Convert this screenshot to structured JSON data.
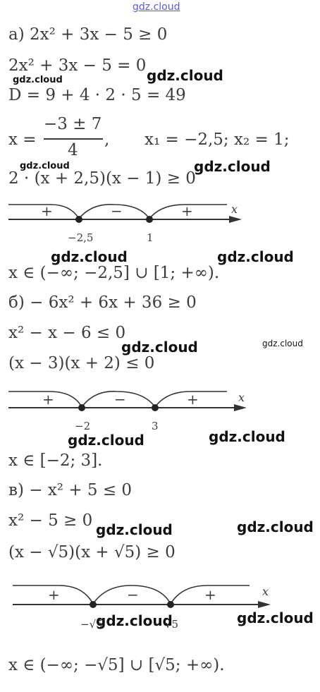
{
  "watermarks": {
    "top": "gdz.cloud",
    "mark": "gdz.cloud"
  },
  "part_a": {
    "label": "а)",
    "inequality": "2x² + 3x − 5 ≥ 0",
    "equation": "2x² + 3x − 5 = 0",
    "discriminant": "D = 9 + 4 · 2 · 5 = 49",
    "x_prefix": "x =",
    "frac_num": "−3 ± 7",
    "frac_den": "4",
    "roots": "x₁ = −2,5;     x₂ = 1;",
    "factored": "2 · (x + 2,5)(x − 1) ≥ 0",
    "answer": "x ∈ (−∞; −2,5] ∪ [1; +∞)."
  },
  "line_a": {
    "signs": [
      "+",
      "−",
      "+"
    ],
    "ticks": [
      "−2,5",
      "1"
    ],
    "axis": "x"
  },
  "part_b": {
    "inequality": "б) − 6x² + 6x + 36 ≥ 0",
    "simplified": "x² − x − 6 ≤ 0",
    "factored": "(x − 3)(x + 2) ≤ 0",
    "answer": "x ∈ [−2; 3]."
  },
  "line_b": {
    "signs": [
      "+",
      "−",
      "+"
    ],
    "ticks": [
      "−2",
      "3"
    ],
    "axis": "x"
  },
  "part_c": {
    "inequality": "в) − x² + 5 ≤ 0",
    "simplified": "x² − 5 ≥ 0",
    "factored": "(x − √5)(x + √5) ≥ 0",
    "answer": "x ∈ (−∞; −√5] ∪ [√5; +∞)."
  },
  "line_c": {
    "signs": [
      "+",
      "−",
      "+"
    ],
    "ticks": [
      "−√5",
      "√5"
    ],
    "axis": "x"
  }
}
